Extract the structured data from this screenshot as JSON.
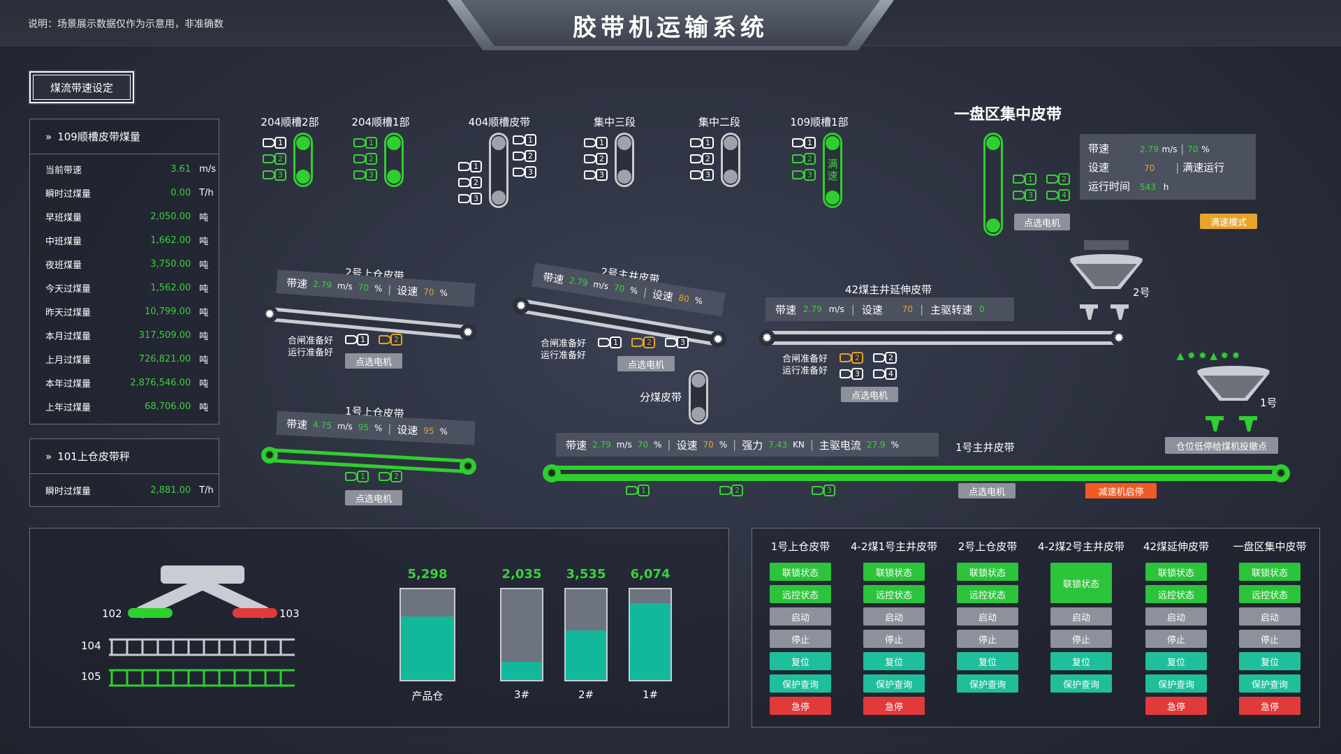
{
  "header": {
    "note": "说明：场景展示数据仅作为示意用，非准确数",
    "title": "胶带机运输系统"
  },
  "setting_button": "煤流带速设定",
  "panel109": {
    "title": "109顺槽皮带煤量",
    "rows": [
      {
        "label": "当前带速",
        "value": "3.61",
        "unit": "m/s"
      },
      {
        "label": "瞬时过煤量",
        "value": "0.00",
        "unit": "T/h"
      },
      {
        "label": "早班煤量",
        "value": "2,050.00",
        "unit": "吨"
      },
      {
        "label": "中班煤量",
        "value": "1,662.00",
        "unit": "吨"
      },
      {
        "label": "夜班煤量",
        "value": "3,750.00",
        "unit": "吨"
      },
      {
        "label": "今天过煤量",
        "value": "1,562.00",
        "unit": "吨"
      },
      {
        "label": "昨天过煤量",
        "value": "10,799.00",
        "unit": "吨"
      },
      {
        "label": "本月过煤量",
        "value": "317,509.00",
        "unit": "吨"
      },
      {
        "label": "上月过煤量",
        "value": "726,821.00",
        "unit": "吨"
      },
      {
        "label": "本年过煤量",
        "value": "2,876,546.00",
        "unit": "吨"
      },
      {
        "label": "上年过煤量",
        "value": "68,706.00",
        "unit": "吨"
      }
    ]
  },
  "panel101": {
    "title": "101上仓皮带秤",
    "row": {
      "label": "瞬时过煤量",
      "value": "2,881.00",
      "unit": "T/h"
    }
  },
  "belts": {
    "b204_2": "204顺槽2部",
    "b204_1": "204顺槽1部",
    "b404": "404顺槽皮带",
    "j3": "集中三段",
    "j2": "集中二段",
    "b109_1": "109顺槽1部",
    "full_speed": "满速",
    "yipan": "一盘区集中皮带"
  },
  "motor_nums": [
    "1",
    "2",
    "3",
    "4"
  ],
  "select_motor": "点选电机",
  "yipan_info": {
    "speed_label": "带速",
    "speed": "2.79",
    "speed_unit": "m/s",
    "pct": "70",
    "pct_unit": "%",
    "set_label": "设速",
    "set": "70",
    "status": "满速运行",
    "runtime_label": "运行时间",
    "runtime": "543",
    "runtime_unit": "h",
    "mode_btn": "满速模式"
  },
  "up2": {
    "title": "2号上仓皮带",
    "speed_label": "带速",
    "speed": "2.79",
    "speed_unit": "m/s",
    "pct": "70",
    "pct_unit": "%",
    "set_label": "设速",
    "set": "70",
    "set_unit": "%",
    "ready1": "合闸准备好",
    "ready2": "运行准备好"
  },
  "up1": {
    "title": "1号上仓皮带",
    "speed_label": "带速",
    "speed": "4.75",
    "speed_unit": "m/s",
    "pct": "95",
    "pct_unit": "%",
    "set_label": "设速",
    "set": "95",
    "set_unit": "%"
  },
  "main2": {
    "title": "2号主井皮带",
    "speed_label": "带速",
    "speed": "2.79",
    "speed_unit": "m/s",
    "pct": "70",
    "pct_unit": "%",
    "set_label": "设速",
    "set": "80",
    "set_unit": "%",
    "ready1": "合闸准备好",
    "ready2": "运行准备好"
  },
  "ext42": {
    "title": "42煤主井延伸皮带",
    "speed_label": "带速",
    "speed": "2.79",
    "speed_unit": "m/s",
    "set_label": "设速",
    "set": "70",
    "drive_label": "主驱转速",
    "drive": "0",
    "ready1": "合闸准备好",
    "ready2": "运行准备好"
  },
  "split": "分煤皮带",
  "main1": {
    "title": "1号主井皮带",
    "speed_label": "带速",
    "speed": "2.79",
    "speed_unit": "m/s",
    "pct": "70",
    "pct_unit": "%",
    "set_label": "设速",
    "set": "70",
    "set_unit": "%",
    "force_label": "强力",
    "force": "7.43",
    "force_unit": "KN",
    "cur_label": "主驱电流",
    "cur": "27.9",
    "cur_unit": "%",
    "reducer_btn": "减速机启停"
  },
  "hoppers": {
    "h2": "2号",
    "h1": "1号",
    "low_btn": "仓位低停给煤机投撤点"
  },
  "diverter": {
    "l102": "102",
    "l103": "103",
    "l104": "104",
    "l105": "105"
  },
  "bins": [
    {
      "label": "产品仓",
      "value": "5,298",
      "fill": 0.7
    },
    {
      "label": "3#",
      "value": "2,035",
      "fill": 0.2
    },
    {
      "label": "2#",
      "value": "3,535",
      "fill": 0.55
    },
    {
      "label": "1#",
      "value": "6,074",
      "fill": 0.85
    }
  ],
  "controls": {
    "columns": [
      {
        "title": "1号上仓皮带",
        "buttons": [
          "联锁状态",
          "远控状态",
          "启动",
          "停止",
          "复位",
          "保护查询",
          "急停"
        ]
      },
      {
        "title": "4-2煤1号主井皮带",
        "buttons": [
          "联锁状态",
          "远控状态",
          "启动",
          "停止",
          "复位",
          "保护查询",
          "急停"
        ]
      },
      {
        "title": "2号上仓皮带",
        "buttons": [
          "联锁状态",
          "远控状态",
          "启动",
          "停止",
          "复位",
          "保护查询"
        ]
      },
      {
        "title": "4-2煤2号主井皮带",
        "buttons": [
          "联锁状态",
          "启动",
          "停止",
          "复位",
          "保护查询"
        ]
      },
      {
        "title": "42煤延伸皮带",
        "buttons": [
          "联锁状态",
          "远控状态",
          "启动",
          "停止",
          "复位",
          "保护查询",
          "急停"
        ]
      },
      {
        "title": "一盘区集中皮带",
        "buttons": [
          "联锁状态",
          "远控状态",
          "启动",
          "停止",
          "复位",
          "保护查询",
          "急停"
        ]
      }
    ]
  }
}
